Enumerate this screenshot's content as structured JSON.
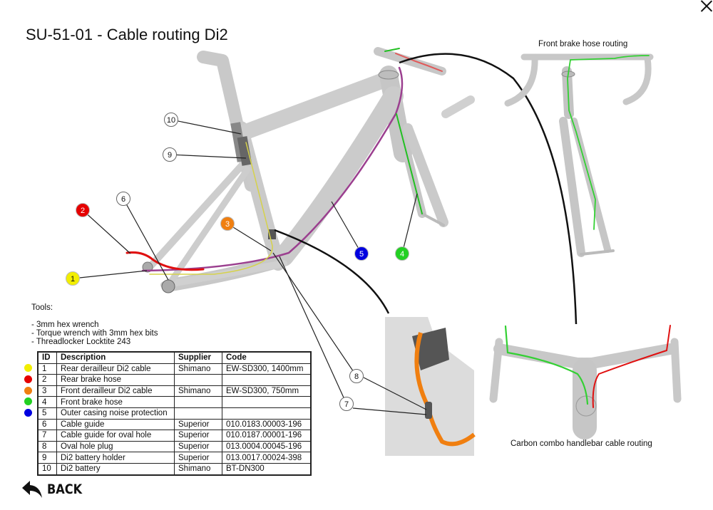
{
  "title": "SU-51-01 - Cable routing Di2",
  "close_label": "close",
  "captions": {
    "front_brake": "Front brake hose routing",
    "handlebar": "Carbon combo handlebar cable routing"
  },
  "tools": {
    "heading": "Tools:",
    "items": [
      "- 3mm hex wrench",
      "- Torque wrench with 3mm hex bits",
      "- Threadlocker Locktite 243"
    ]
  },
  "table": {
    "headers": [
      "ID",
      "Description",
      "Supplier",
      "Code"
    ],
    "rows": [
      {
        "id": "1",
        "description": "Rear derailleur Di2 cable",
        "supplier": "Shimano",
        "code": "EW-SD300, 1400mm",
        "color": "#f2ee00"
      },
      {
        "id": "2",
        "description": "Rear brake hose",
        "supplier": "",
        "code": "",
        "color": "#e50000"
      },
      {
        "id": "3",
        "description": "Front derailleur Di2 cable",
        "supplier": "Shimano",
        "code": "EW-SD300, 750mm",
        "color": "#f07f10"
      },
      {
        "id": "4",
        "description": "Front brake hose",
        "supplier": "",
        "code": "",
        "color": "#22d022"
      },
      {
        "id": "5",
        "description": "Outer casing noise protection",
        "supplier": "",
        "code": "",
        "color": "#0000e0"
      },
      {
        "id": "6",
        "description": "Cable guide",
        "supplier": "Superior",
        "code": "010.0183.00003-196",
        "color": ""
      },
      {
        "id": "7",
        "description": "Cable guide for oval hole",
        "supplier": "Superior",
        "code": "010.0187.00001-196",
        "color": ""
      },
      {
        "id": "8",
        "description": "Oval hole plug",
        "supplier": "Superior",
        "code": "013.0004.00045-196",
        "color": ""
      },
      {
        "id": "9",
        "description": "Di2 battery holder",
        "supplier": "Superior",
        "code": "013.0017.00024-398",
        "color": ""
      },
      {
        "id": "10",
        "description": "Di2 battery",
        "supplier": "Shimano",
        "code": "BT-DN300",
        "color": ""
      }
    ]
  },
  "callouts": [
    {
      "id": "1",
      "fill": "#f2ee00"
    },
    {
      "id": "2",
      "fill": "#e50000"
    },
    {
      "id": "3",
      "fill": "#f07f10"
    },
    {
      "id": "4",
      "fill": "#22d022"
    },
    {
      "id": "5",
      "fill": "#0000e0"
    },
    {
      "id": "6",
      "fill": "#ffffff"
    },
    {
      "id": "7",
      "fill": "#ffffff"
    },
    {
      "id": "8",
      "fill": "#ffffff"
    },
    {
      "id": "9",
      "fill": "#ffffff"
    },
    {
      "id": "10",
      "fill": "#ffffff"
    }
  ],
  "back_label": "BACK",
  "icons": {
    "back": "back-arrow-icon",
    "close": "close-icon"
  }
}
